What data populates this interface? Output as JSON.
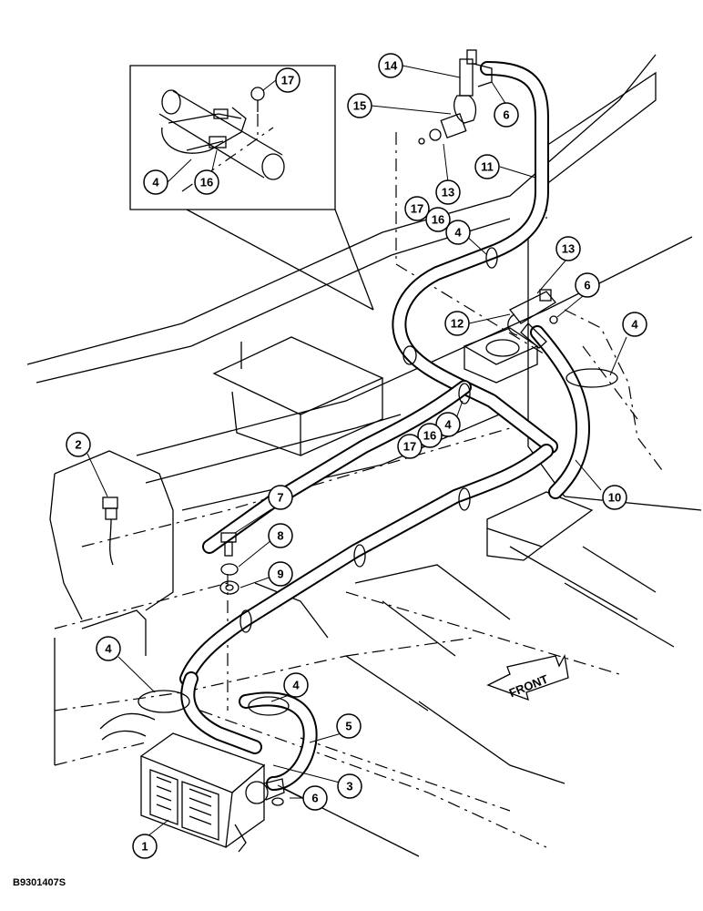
{
  "figure_code": "B9301407S",
  "direction_label": "FRONT",
  "callouts": [
    {
      "id": "c17a",
      "label": "17"
    },
    {
      "id": "c4a",
      "label": "4"
    },
    {
      "id": "c16a",
      "label": "16"
    },
    {
      "id": "c14",
      "label": "14"
    },
    {
      "id": "c15",
      "label": "15"
    },
    {
      "id": "c6a",
      "label": "6"
    },
    {
      "id": "c11",
      "label": "11"
    },
    {
      "id": "c13a",
      "label": "13"
    },
    {
      "id": "c17b",
      "label": "17"
    },
    {
      "id": "c16b",
      "label": "16"
    },
    {
      "id": "c4b",
      "label": "4"
    },
    {
      "id": "c13b",
      "label": "13"
    },
    {
      "id": "c6b",
      "label": "6"
    },
    {
      "id": "c12",
      "label": "12"
    },
    {
      "id": "c4c",
      "label": "4"
    },
    {
      "id": "c4d",
      "label": "4"
    },
    {
      "id": "c16c",
      "label": "16"
    },
    {
      "id": "c17c",
      "label": "17"
    },
    {
      "id": "c10",
      "label": "10"
    },
    {
      "id": "c2",
      "label": "2"
    },
    {
      "id": "c7",
      "label": "7"
    },
    {
      "id": "c8",
      "label": "8"
    },
    {
      "id": "c9",
      "label": "9"
    },
    {
      "id": "c4e",
      "label": "4"
    },
    {
      "id": "c4f",
      "label": "4"
    },
    {
      "id": "c5",
      "label": "5"
    },
    {
      "id": "c3",
      "label": "3"
    },
    {
      "id": "c6c",
      "label": "6"
    },
    {
      "id": "c1",
      "label": "1"
    }
  ]
}
